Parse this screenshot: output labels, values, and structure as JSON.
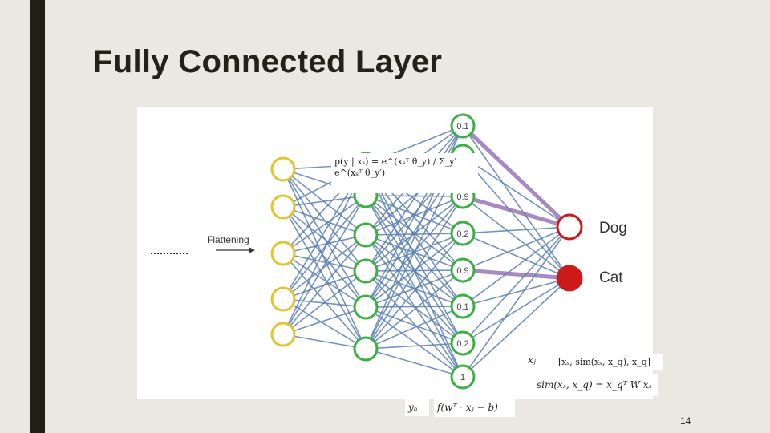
{
  "slide": {
    "title": "Fully Connected Layer",
    "page_number": "14"
  },
  "diagram": {
    "flatten_label": "Flattening",
    "output_nodes": [
      {
        "label": "Dog",
        "fill": "#ffffff"
      },
      {
        "label": "Cat",
        "fill": "#cc1a1a"
      }
    ],
    "hidden_values": [
      "0.1",
      "",
      "0.9",
      "0.2",
      "0.9",
      "0.1",
      "0.2",
      "1"
    ],
    "colors": {
      "input_stroke": "#e2c431",
      "hidden_stroke": "#3cb043",
      "edge": "#5b7fb4",
      "highlight_edge": "#8a62b0",
      "output_stroke": "#cc1a1a"
    }
  },
  "formulas": {
    "softmax": "p(y | xₛ) = e^(xₛᵀ θ_y) / Σ_y′ e^(xₛᵀ θ_y′)",
    "concat_label": "xⱼ",
    "concat": "[xₛ, sim(xₛ, x_q), x_q]",
    "similarity": "sim(xₛ, x_q) = x_qᵀ W xₛ",
    "output_label": "yₕ",
    "output": "f(wᵀ · xⱼ − b)"
  }
}
